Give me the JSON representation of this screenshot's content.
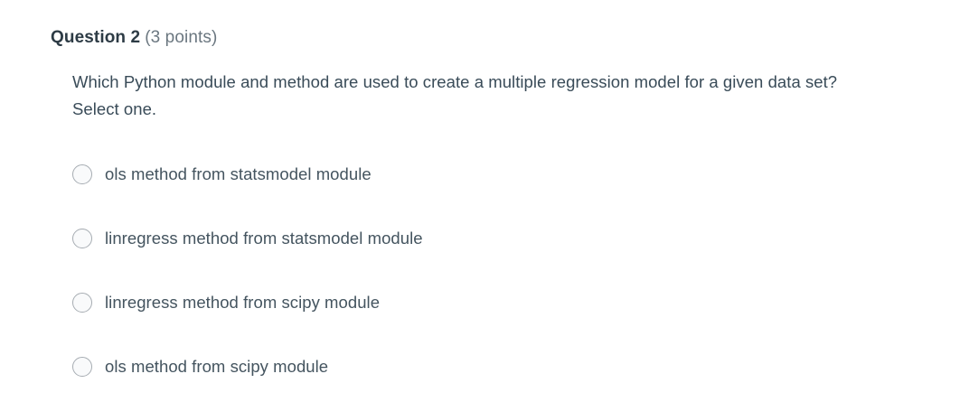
{
  "question": {
    "header": {
      "name": "Question 2",
      "points": "(3 points)"
    },
    "prompt": "Which Python module and method are used to create a multiple regression model for a given data set? Select one.",
    "answers": [
      {
        "label": "ols method from statsmodel module",
        "selected": false
      },
      {
        "label": "linregress method from statsmodel module",
        "selected": false
      },
      {
        "label": "linregress method from scipy module",
        "selected": false
      },
      {
        "label": "ols method from scipy module",
        "selected": false
      }
    ]
  },
  "colors": {
    "page_background": "#ffffff",
    "header_name": "#2d3b45",
    "header_points": "#6b7780",
    "prompt_text": "#394b58",
    "answer_text": "#44545f",
    "radio_border": "#a6acb2",
    "radio_fill": "#f9fafb"
  }
}
